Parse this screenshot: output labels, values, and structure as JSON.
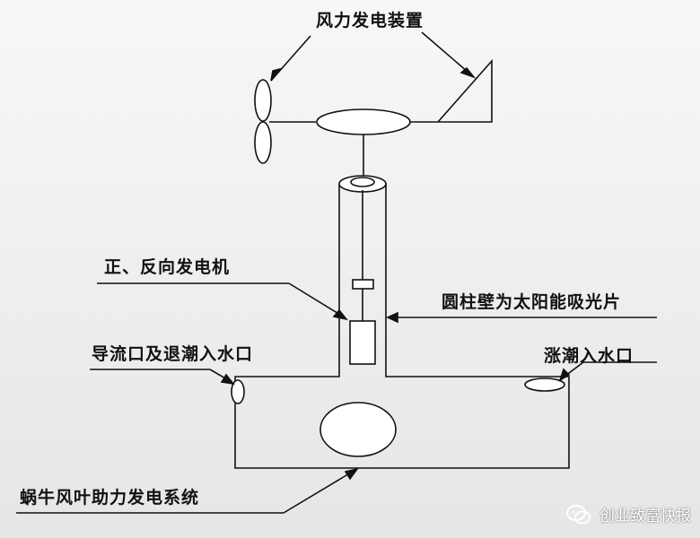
{
  "labels": {
    "wind": "风力发电装置",
    "generator": "正、反向发电机",
    "solar": "圆柱壁为太阳能吸光片",
    "outlet": "导流口及退潮入水口",
    "inlet": "涨潮入水口",
    "snail": "蜗牛风叶助力发电系统"
  },
  "watermark": {
    "text": "创业致富快报",
    "icon": "wechat-logo-icon"
  },
  "colors": {
    "line": "#111111",
    "fill": "#ffffff"
  }
}
